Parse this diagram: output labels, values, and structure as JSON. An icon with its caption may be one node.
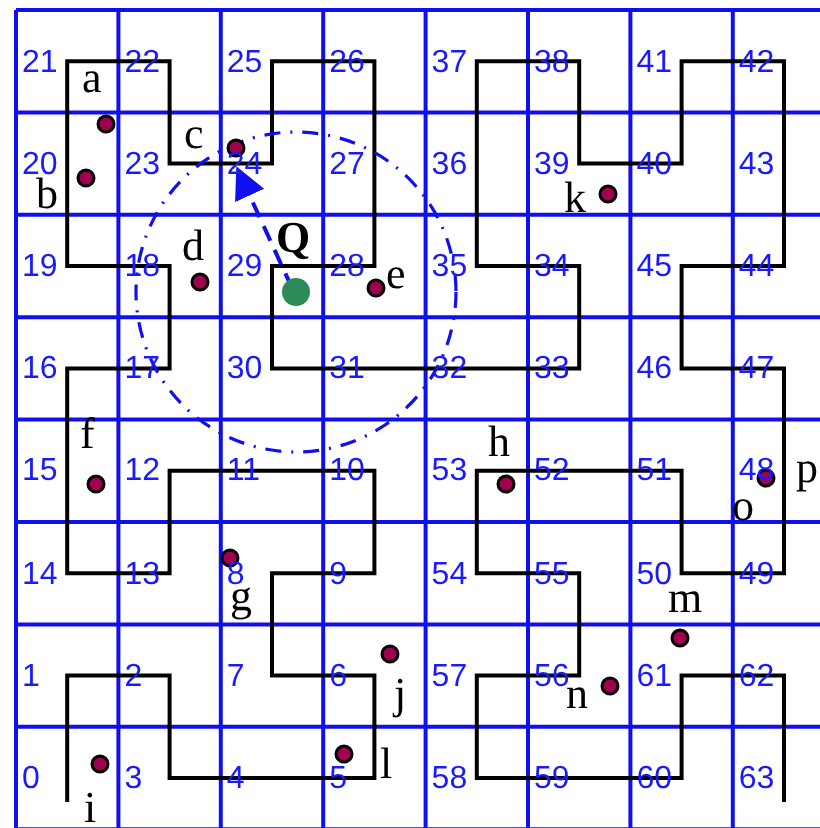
{
  "diagram": {
    "labels": [
      "21",
      "22",
      "25",
      "26",
      "37",
      "38",
      "41",
      "42",
      "20",
      "23",
      "24",
      "27",
      "36",
      "39",
      "40",
      "43",
      "19",
      "18",
      "29",
      "28",
      "35",
      "34",
      "45",
      "44",
      "16",
      "17",
      "30",
      "31",
      "32",
      "33",
      "46",
      "47",
      "15",
      "12",
      "11",
      "10",
      "53",
      "52",
      "51",
      "48",
      "14",
      "13",
      "8",
      "9",
      "54",
      "55",
      "50",
      "49",
      "1",
      "2",
      "7",
      "6",
      "57",
      "56",
      "61",
      "62",
      "0",
      "3",
      "4",
      "5",
      "58",
      "59",
      "60",
      "63",
      "a",
      "c",
      "b",
      "k",
      "d",
      "Q",
      "e",
      "f",
      "h",
      "p",
      "o",
      "g",
      "m",
      "j",
      "n",
      "l",
      "i"
    ]
  }
}
